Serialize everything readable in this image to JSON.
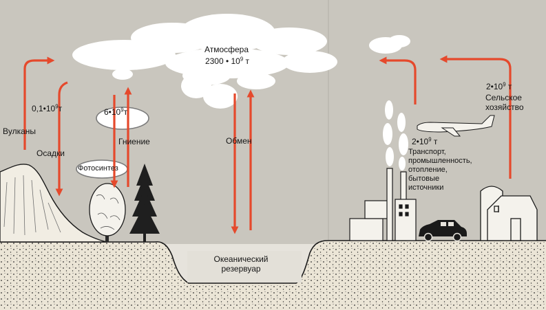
{
  "atmosphere": {
    "title": "Атмосфера",
    "amount_num": "2300 • 10",
    "amount_exp": "9",
    "amount_unit": "т"
  },
  "volcanoes": {
    "label": "Вулканы"
  },
  "precipitation": {
    "amount_num": "0,1•10",
    "amount_exp": "9",
    "amount_unit": "т",
    "label": "Осадки"
  },
  "biosphere": {
    "amount_num": "6•10",
    "amount_exp": "9",
    "amount_unit": "т",
    "decay_label": "Гниение",
    "photosynthesis_label": "Фотосинтез"
  },
  "exchange": {
    "label": "Обмен"
  },
  "ocean": {
    "line1": "Океанический",
    "line2": "резервуар"
  },
  "industry": {
    "amount_num": "2•10",
    "amount_exp": "9",
    "amount_unit": "т",
    "lines": [
      "Транспорт,",
      "промышленность,",
      "отопление,",
      "бытовые",
      "источники"
    ]
  },
  "agriculture": {
    "amount_num": "2•10",
    "amount_exp": "9",
    "amount_unit": "т",
    "line1": "Сельское",
    "line2": "хозяйство"
  },
  "colors": {
    "arrow": "#e5492c",
    "sky": "#c9c6be",
    "cloud": "#ffffff",
    "ground": "#ebe5d6",
    "ink": "#1a1a1a"
  }
}
